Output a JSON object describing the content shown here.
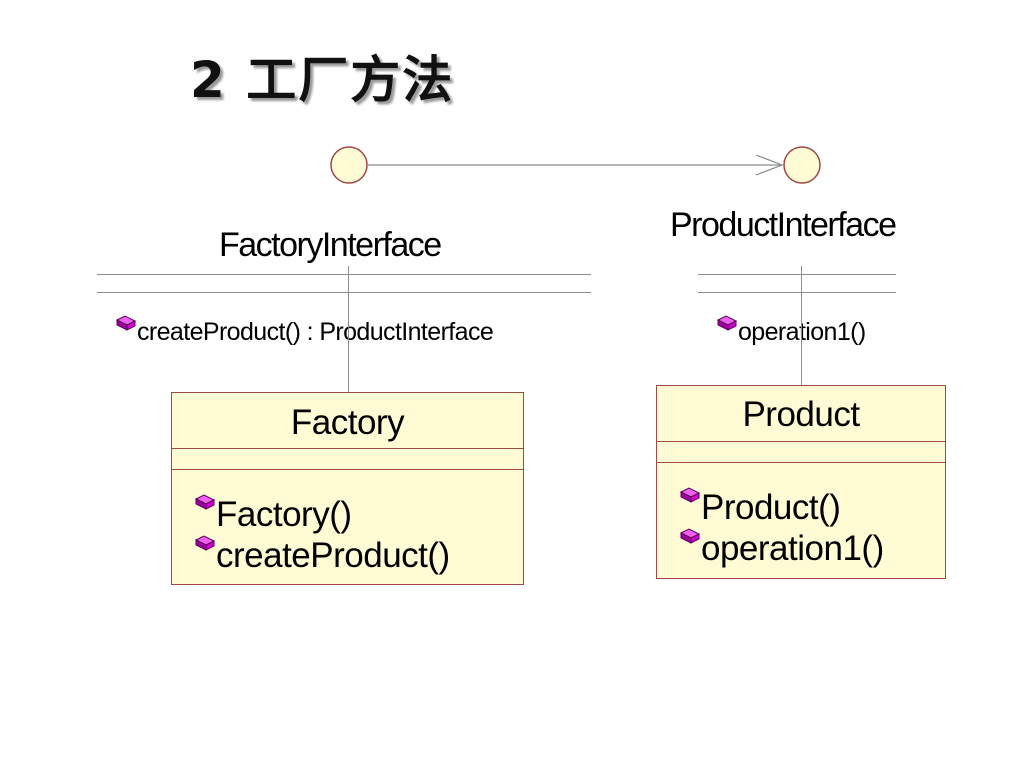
{
  "slide": {
    "title": "2 工厂方法"
  },
  "diagram": {
    "factory_interface": {
      "name": "FactoryInterface",
      "operations": [
        "createProduct() : ProductInterface"
      ]
    },
    "product_interface": {
      "name": "ProductInterface",
      "operations": [
        "operation1()"
      ]
    },
    "factory_class": {
      "name": "Factory",
      "operations": [
        "Factory()",
        "createProduct()"
      ]
    },
    "product_class": {
      "name": "Product",
      "operations": [
        "Product()",
        "operation1()"
      ]
    },
    "colors": {
      "class_fill": "#fffbd4",
      "class_border": "#a04848",
      "method_icon": "#cc00cc",
      "line": "#8c8c8c"
    },
    "icons": {
      "interface": "lollipop-circle-icon",
      "method": "public-method-gem-icon",
      "relation": "open-arrowhead-icon"
    }
  }
}
